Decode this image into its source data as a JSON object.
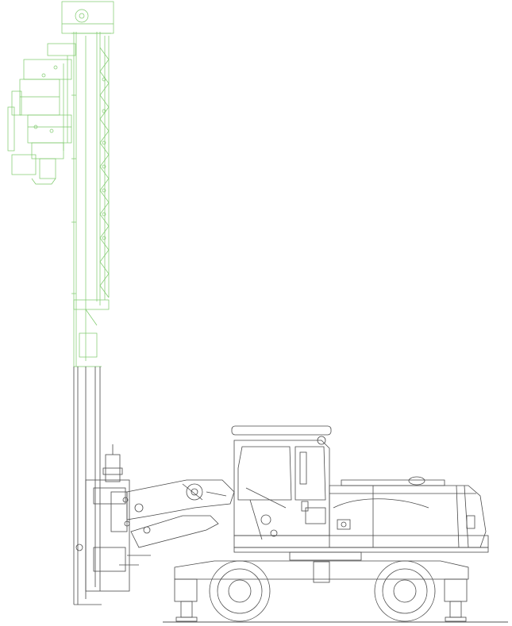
{
  "drawing": {
    "colors": {
      "mast_upper": "#7cc96a",
      "machine": "#4a4a4a",
      "ground": "#555555",
      "background": "#ffffff"
    },
    "components": [
      "drill-mast",
      "rotary-drive-head",
      "boom",
      "operator-cab",
      "engine-housing",
      "wheeled-undercarriage",
      "outrigger-stabilizers"
    ]
  }
}
